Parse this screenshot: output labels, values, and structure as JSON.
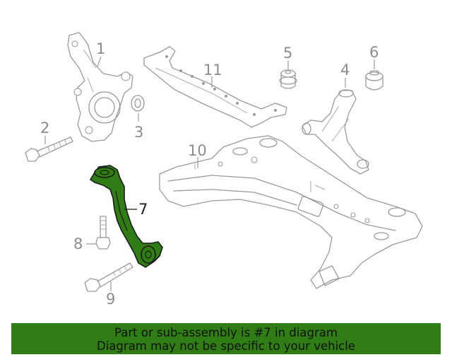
{
  "callouts": {
    "c1": "1",
    "c2": "2",
    "c3": "3",
    "c4": "4",
    "c5": "5",
    "c6": "6",
    "c7": "7",
    "c8": "8",
    "c9": "9",
    "c10": "10",
    "c11": "11"
  },
  "highlight": {
    "part_number": "7",
    "color": "#2f7d14"
  },
  "banner": {
    "line1": "Part or sub-assembly is #7 in diagram",
    "line2": "Diagram may not be specific to your vehicle"
  }
}
